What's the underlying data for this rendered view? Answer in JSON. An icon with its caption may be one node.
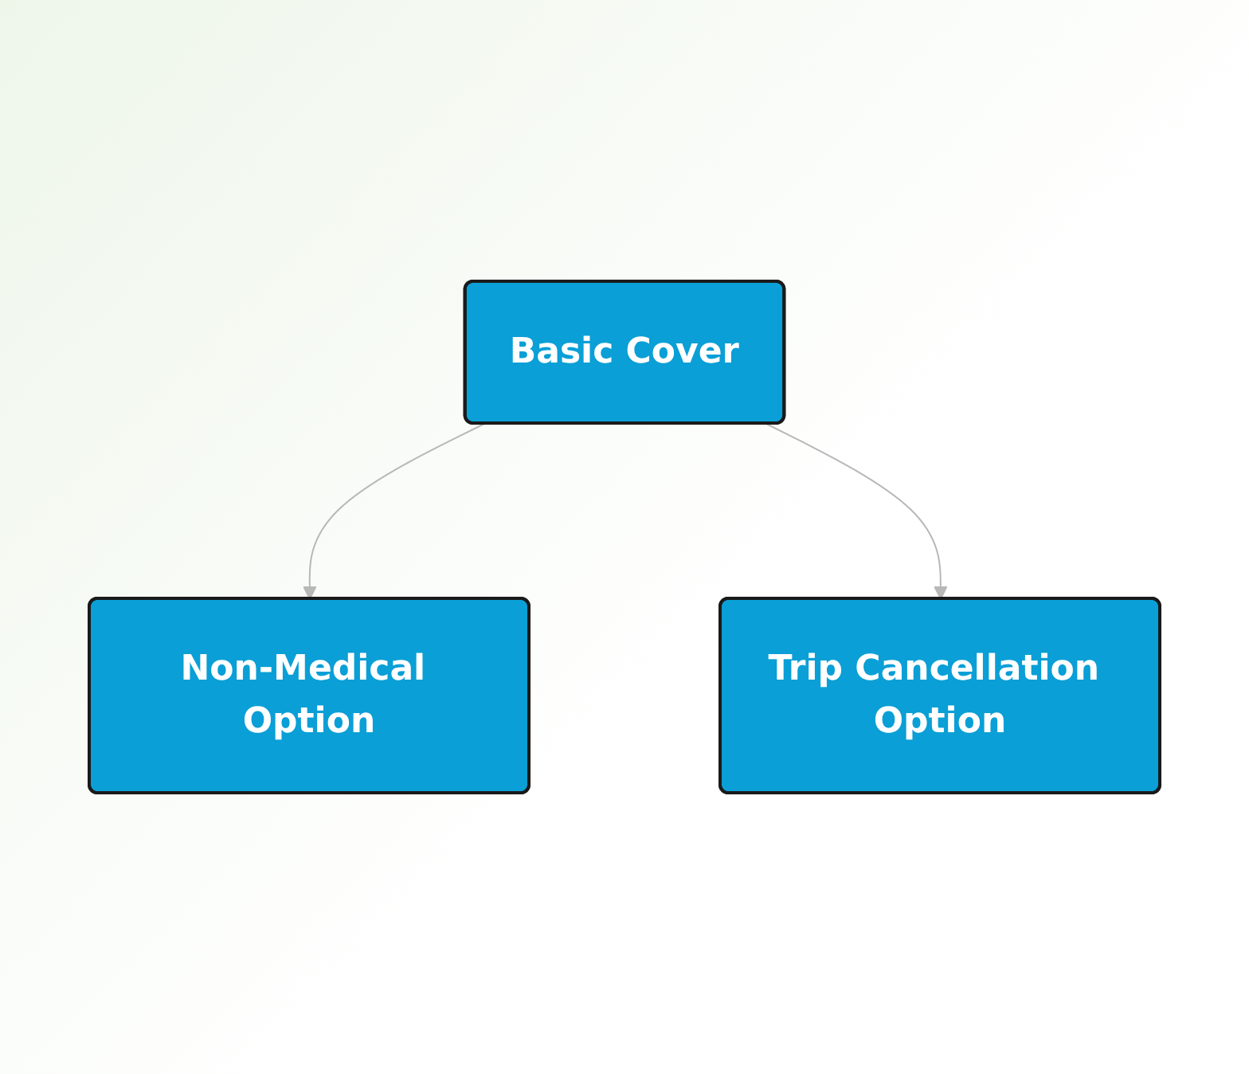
{
  "diagram": {
    "nodes": [
      {
        "text": [
          "Basic Cover"
        ]
      },
      {
        "text": [
          "Non-Medical Option"
        ]
      },
      {
        "text": [
          "Trip Cancellation Option"
        ]
      }
    ],
    "edges": [
      {
        "from": 0,
        "to": 1,
        "arrow": "to"
      },
      {
        "from": 0,
        "to": 2,
        "arrow": "to"
      }
    ]
  }
}
